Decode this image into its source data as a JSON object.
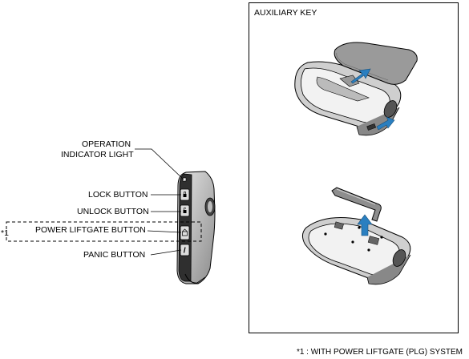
{
  "labels": {
    "operation_indicator_line1": "OPERATION",
    "operation_indicator_line2": "INDICATOR LIGHT",
    "lock_button": "LOCK BUTTON",
    "unlock_button": "UNLOCK BUTTON",
    "power_liftgate_button": "POWER LIFTGATE BUTTON",
    "panic_button": "PANIC BUTTON",
    "note_marker": "*1"
  },
  "auxiliary_panel": {
    "title": "AUXILIARY KEY"
  },
  "footnote": "*1 : WITH POWER LIFTGATE (PLG) SYSTEM",
  "colors": {
    "line": "#000000",
    "fill_dark": "#3a3a3a",
    "fill_mid": "#8a8a8a",
    "fill_light": "#d9d9d9",
    "arrow_blue": "#2a7fc0"
  },
  "icons": [
    "lock-icon",
    "unlock-icon",
    "liftgate-icon",
    "panic-icon"
  ]
}
